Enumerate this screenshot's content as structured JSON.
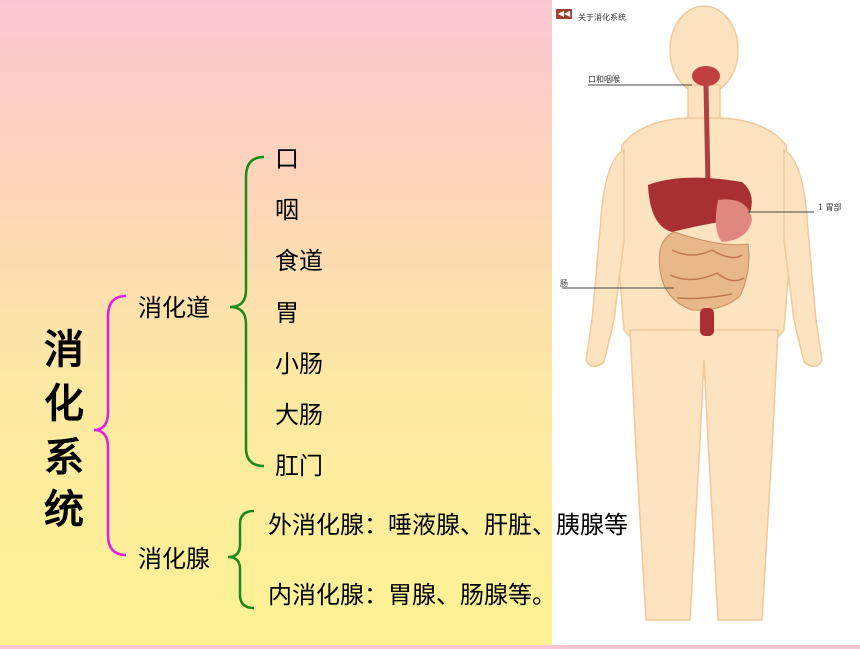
{
  "title": [
    "消",
    "化",
    "系",
    "统"
  ],
  "tract": {
    "label": "消化道",
    "items": [
      "口",
      "咽",
      "食道",
      "胃",
      "小肠",
      "大肠",
      "肛门"
    ]
  },
  "glands": {
    "label": "消化腺",
    "items": [
      "外消化腺：唾液腺、肝脏、胰腺等",
      "内消化腺：胃腺、肠腺等。"
    ]
  },
  "figure": {
    "header": "关于消化系统",
    "labels": [
      "口和咽喉",
      "1 胃部",
      "肠"
    ]
  },
  "colors": {
    "outer_brace": "#e020e0",
    "tract_brace": "#1a8a1a",
    "gland_brace": "#1a8a1a",
    "skin": "#fde3c0",
    "liver": "#a83030"
  }
}
